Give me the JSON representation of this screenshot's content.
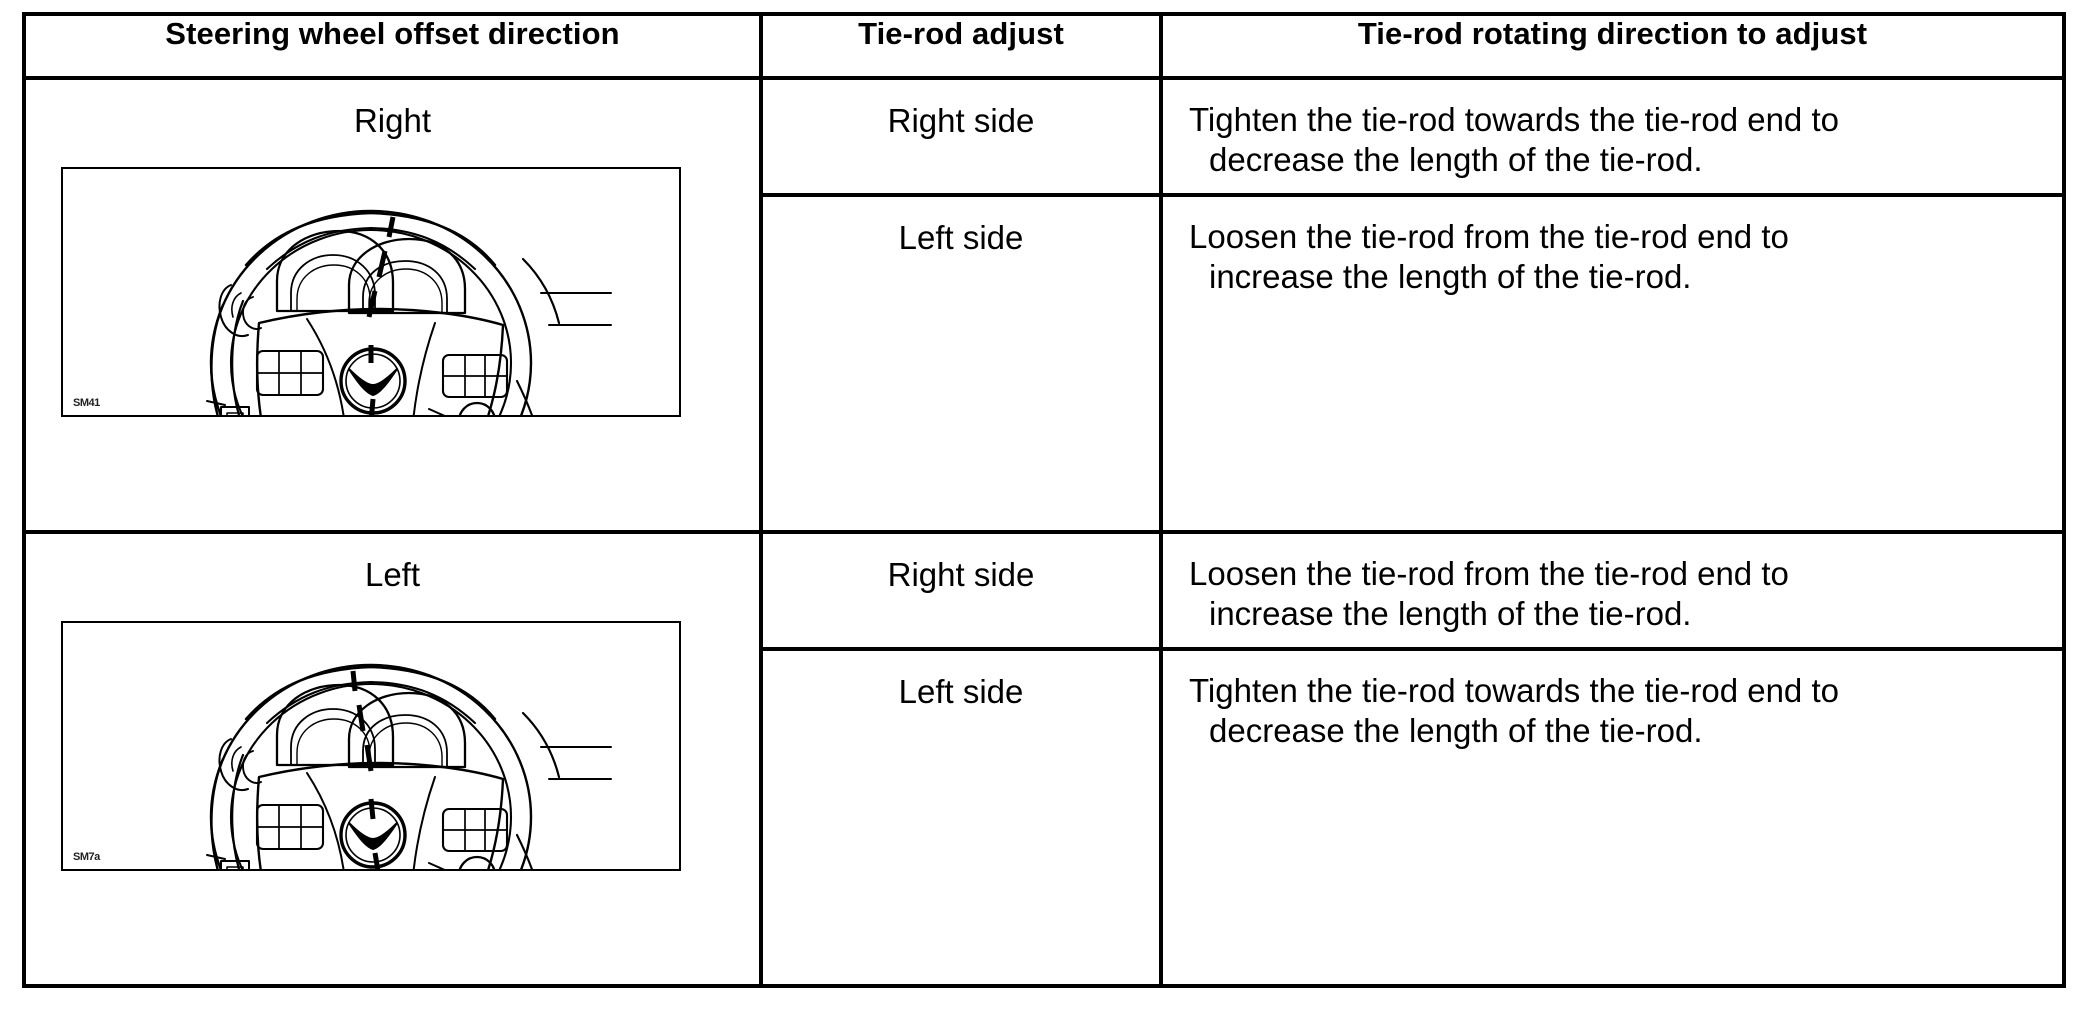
{
  "table": {
    "headers": [
      "Steering wheel offset direction",
      "Tie-rod adjust",
      "Tie-rod rotating direction to adjust"
    ],
    "rows": [
      {
        "direction": "Right",
        "illustration": {
          "name": "steering-wheel-offset-right",
          "code": "SM41",
          "centerline_tilt": "right"
        },
        "entries": [
          {
            "adjust": "Right side",
            "line1": "Tighten the tie-rod towards the tie-rod end to",
            "line2": "decrease the length of the tie-rod."
          },
          {
            "adjust": "Left side",
            "line1": "Loosen the tie-rod from the tie-rod end to",
            "line2": "increase the length of the tie-rod."
          }
        ]
      },
      {
        "direction": "Left",
        "illustration": {
          "name": "steering-wheel-offset-left",
          "code": "SM7a",
          "centerline_tilt": "left"
        },
        "entries": [
          {
            "adjust": "Right side",
            "line1": "Loosen the tie-rod from the tie-rod end to",
            "line2": "increase the length of the tie-rod."
          },
          {
            "adjust": "Left side",
            "line1": "Tighten the tie-rod towards the tie-rod end to",
            "line2": "decrease the length of the tie-rod."
          }
        ]
      }
    ]
  },
  "colors": {
    "border": "#000000",
    "background": "#ffffff",
    "text": "#000000"
  }
}
